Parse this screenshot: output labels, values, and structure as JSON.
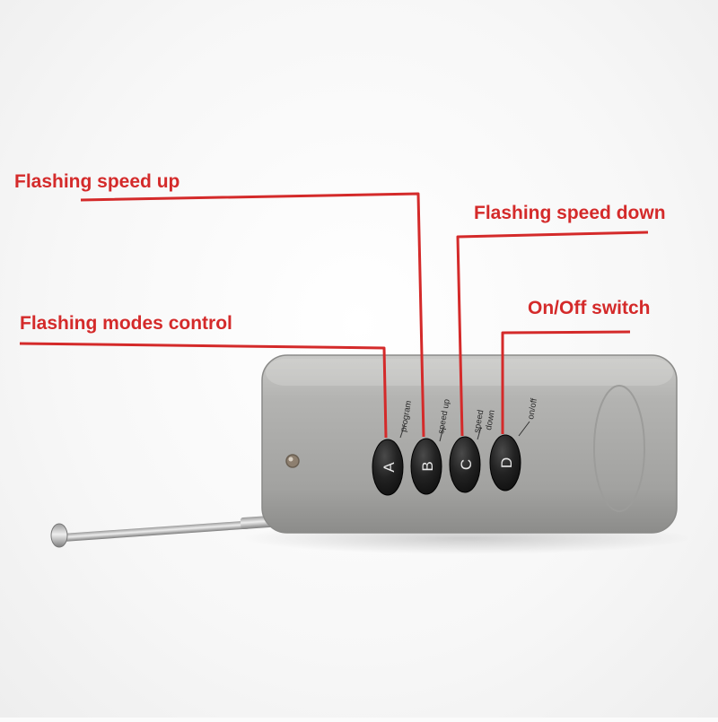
{
  "callouts": {
    "modes": "Flashing modes control",
    "speed_up": "Flashing speed up",
    "speed_down": "Flashing speed down",
    "onoff": "On/Off switch"
  },
  "remote": {
    "buttons": [
      {
        "letter": "A",
        "caption": "program"
      },
      {
        "letter": "B",
        "caption": "speed up"
      },
      {
        "letter": "C",
        "caption_line1": "speed",
        "caption_line2": "down"
      },
      {
        "letter": "D",
        "caption": "on/off"
      }
    ]
  },
  "colors": {
    "callout_text": "#d42a2a",
    "leader_line": "#d42a2a",
    "remote_body": "#a8a8a6",
    "button": "#1e1e1e"
  }
}
